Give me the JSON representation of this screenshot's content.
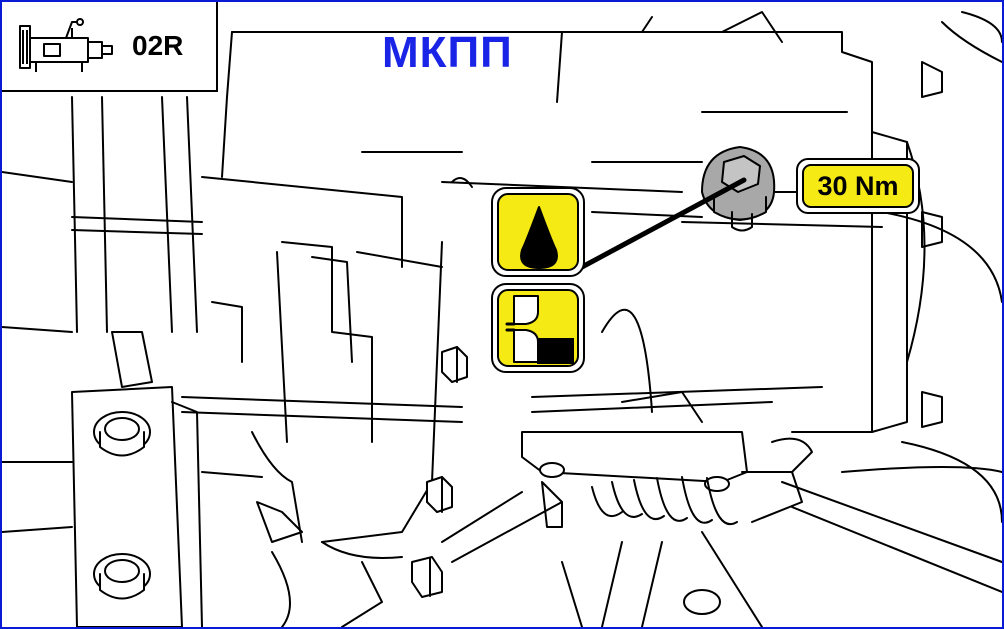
{
  "header": {
    "title": "МКПП",
    "code": "02R"
  },
  "callouts": {
    "torque": "30 Nm"
  },
  "icons": {
    "gearbox": "gearbox-icon",
    "oil": "oil-drop-icon",
    "level": "oil-level-icon"
  },
  "colors": {
    "frame": "#0a1bd6",
    "title": "#1a24e6",
    "badge": "#f5ea14"
  }
}
